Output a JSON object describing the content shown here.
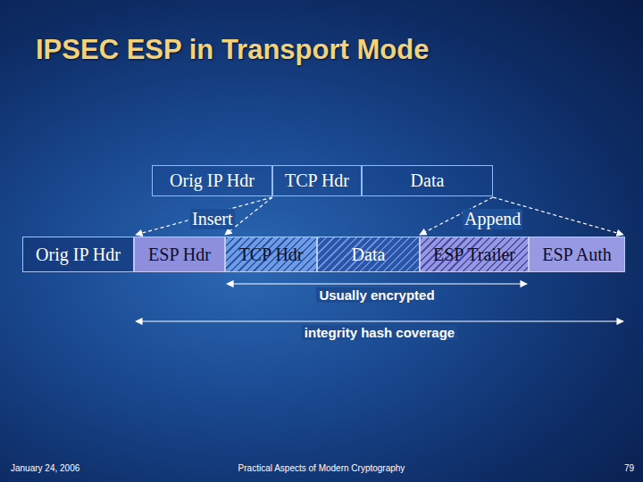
{
  "diagram": {
    "title": "IPSEC ESP in Transport Mode",
    "nodes": [
      {
        "text": [
          "Orig IP Hdr"
        ]
      },
      {
        "text": [
          "TCP Hdr"
        ]
      },
      {
        "text": [
          "Data"
        ]
      },
      {
        "text": [
          "Orig IP Hdr"
        ]
      },
      {
        "text": [
          "ESP Hdr"
        ]
      },
      {
        "text": [
          "TCP Hdr"
        ]
      },
      {
        "text": [
          "Data"
        ]
      },
      {
        "text": [
          "ESP Trailer"
        ]
      },
      {
        "text": [
          "ESP Auth"
        ]
      }
    ],
    "labels": [
      "Insert",
      "Append",
      "Usually encrypted",
      "integrity hash coverage",
      "January 24, 2006",
      "Practical Aspects of Modern Cryptography",
      "79"
    ]
  }
}
